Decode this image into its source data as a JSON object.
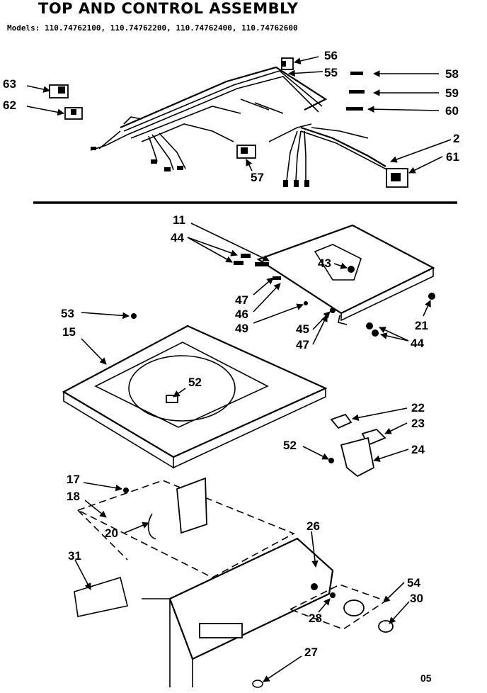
{
  "title": "TOP AND CONTROL ASSEMBLY",
  "models": "Models: 110.74762100, 110.74762200, 110.74762400, 110.74762600",
  "page_code": "05",
  "callouts": [
    "56",
    "55",
    "58",
    "63",
    "59",
    "62",
    "60",
    "2",
    "61",
    "57",
    "11",
    "44",
    "43",
    "47",
    "46",
    "49",
    "53",
    "15",
    "45",
    "21",
    "52",
    "22",
    "23",
    "24",
    "17",
    "18",
    "20",
    "26",
    "31",
    "54",
    "30",
    "28",
    "27"
  ]
}
